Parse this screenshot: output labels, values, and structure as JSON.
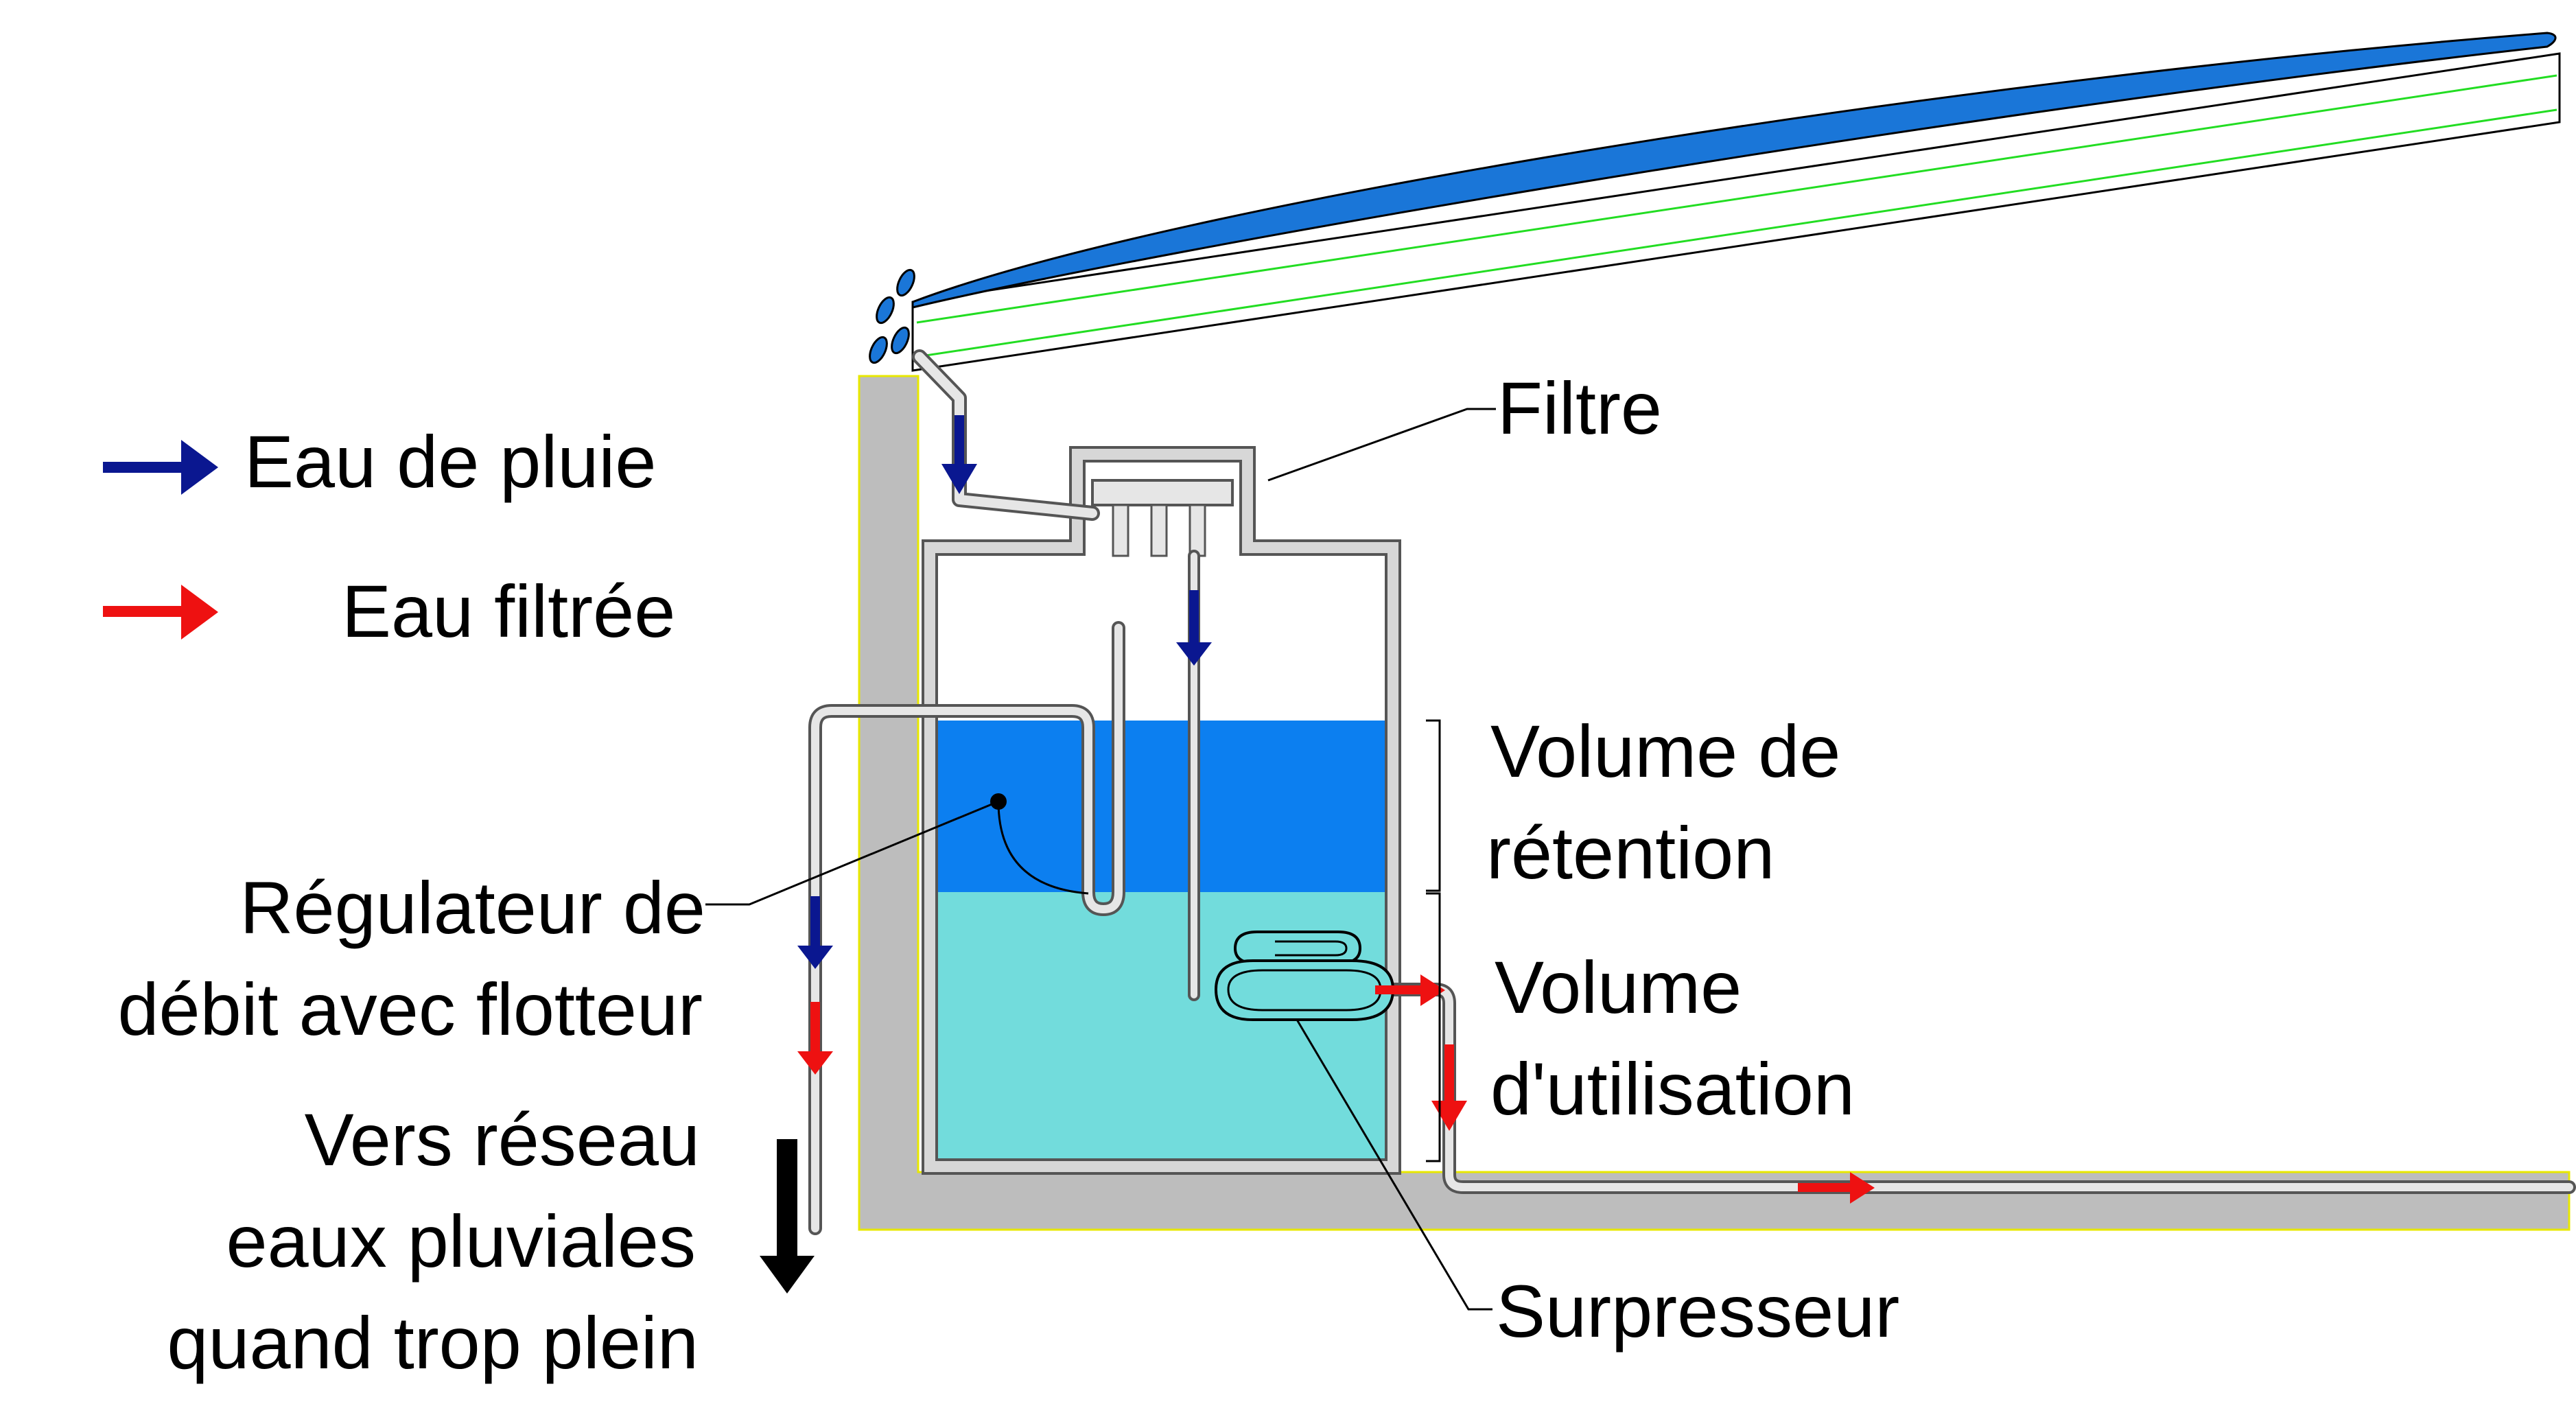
{
  "legend": {
    "rain_label": "Eau de pluie",
    "filtered_label": "Eau filtrée"
  },
  "labels": {
    "filtre": "Filtre",
    "retention_line1": "Volume de",
    "retention_line2": "rétention",
    "utilisation_line1": "Volume",
    "utilisation_line2": "d'utilisation",
    "regulateur_line1": "Régulateur de",
    "regulateur_line2": "débit avec flotteur",
    "overflow_line1": "Vers réseau",
    "overflow_line2": "eaux pluviales",
    "overflow_line3": "quand trop plein",
    "surpresseur": "Surpresseur"
  },
  "colors": {
    "rain_arrow": "#0a1790",
    "filtered_arrow": "#ee1111",
    "overflow_arrow": "#000000",
    "roof_water": "#1a76d8",
    "retention_water": "#0c7ff0",
    "usage_water": "#72dcdc",
    "wall": "#bdbdbd",
    "pipe_fill": "#e6e6e6",
    "roof_edge": "#22dd22"
  }
}
